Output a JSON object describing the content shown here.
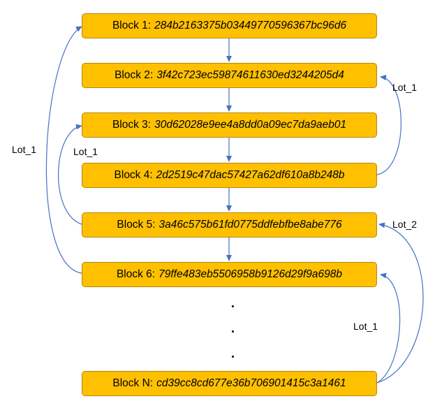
{
  "blocks": [
    {
      "label": "Block 1:",
      "hash": "284b2163375b03449770596367bc96d6"
    },
    {
      "label": "Block 2:",
      "hash": "3f42c723ec59874611630ed3244205d4"
    },
    {
      "label": "Block 3:",
      "hash": "30d62028e9ee4a8dd0a09ec7da9aeb01"
    },
    {
      "label": "Block 4:",
      "hash": "2d2519c47dac57427a62df610a8b248b"
    },
    {
      "label": "Block 5:",
      "hash": "3a46c575b61fd0775ddfebfbe8abe776"
    },
    {
      "label": "Block 6:",
      "hash": "79ffe483eb5506958b9126d29f9a698b"
    },
    {
      "label": "Block N:",
      "hash": "cd39cc8cd677e36b706901415c3a1461"
    }
  ],
  "lots": {
    "block6_to_block1": "Lot_1",
    "block5_to_block3": "Lot_1",
    "block4_to_block2": "Lot_1",
    "blockN_to_block5": "Lot_2",
    "blockN_to_block6": "Lot_1"
  },
  "colors": {
    "block_fill": "#ffc000",
    "block_border": "#b8860b",
    "arrow": "#4472c4"
  }
}
